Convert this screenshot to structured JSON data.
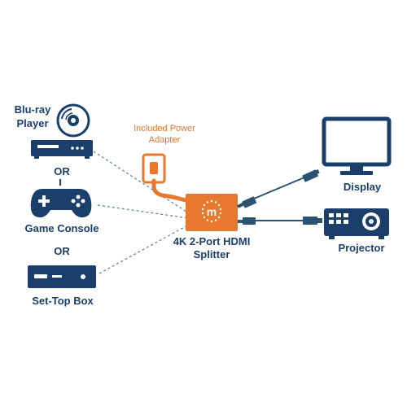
{
  "sources": {
    "bluray_label": "Blu-ray Player",
    "or_label_1": "OR",
    "game_console_label": "Game Console",
    "or_label_2": "OR",
    "set_top_box_label": "Set-Top Box"
  },
  "power_adapter_label": "Included Power Adapter",
  "splitter": {
    "label": "4K 2-Port HDMI Splitter",
    "logo_icon": "manhattan-dotted-m-logo"
  },
  "outputs": {
    "display_label": "Display",
    "projector_label": "Projector"
  },
  "colors": {
    "navy": "#1b3f6b",
    "orange": "#e8782e",
    "connector": "#5a7d94",
    "cable": "#2a5373"
  },
  "icons": [
    "disc-icon",
    "bluray-player-icon",
    "gamepad-icon",
    "set-top-box-icon",
    "power-adapter-icon",
    "splitter-icon",
    "monitor-icon",
    "projector-icon",
    "hdmi-plug-icon"
  ]
}
